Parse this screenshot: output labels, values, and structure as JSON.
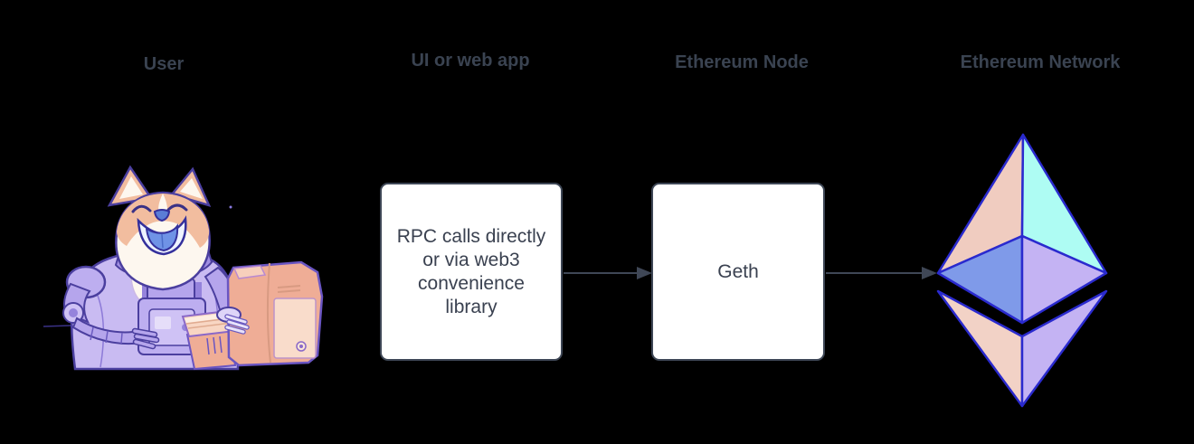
{
  "diagram": {
    "headers": [
      {
        "label": "User"
      },
      {
        "label": "UI or web app"
      },
      {
        "label": "Ethereum Node"
      },
      {
        "label": "Ethereum Network"
      }
    ],
    "nodes": [
      {
        "label": "RPC calls directly\nor via web3\nconvenience\nlibrary"
      },
      {
        "label": "Geth"
      }
    ],
    "connectors": [
      {
        "from": "UI or web app",
        "to": "Ethereum Node"
      },
      {
        "from": "Ethereum Node",
        "to": "Ethereum Network"
      }
    ],
    "illustrations": [
      {
        "name": "doge-astronaut-at-computer"
      },
      {
        "name": "ethereum-logo"
      }
    ]
  },
  "colors": {
    "background": "#000000",
    "heading_text": "#3a4351",
    "box_text": "#3a4150",
    "box_border": "#3e4756",
    "box_fill": "#ffffff",
    "connector": "#3f4756",
    "eth_outline": "#2a2ace",
    "eth_top_left": "#f0ccc0",
    "eth_top_right": "#aefcf3",
    "eth_mid_left": "#7f9ae9",
    "eth_mid_right": "#c4b3f3",
    "eth_bottom_left": "#f2d2c6",
    "eth_bottom_right": "#c4b3f3",
    "doge_fur": "#f2bd9f",
    "doge_white": "#fdf7ef",
    "doge_suit": "#c9bbf2",
    "doge_suit_dark": "#b5a5ec",
    "doge_outline": "#4b3f9f",
    "doge_tongue": "#6f93e6",
    "doge_nose": "#5b7dd6",
    "computer_body": "#efad96",
    "computer_panel": "#f9dccb",
    "keyboard": "#f8d6c3"
  }
}
